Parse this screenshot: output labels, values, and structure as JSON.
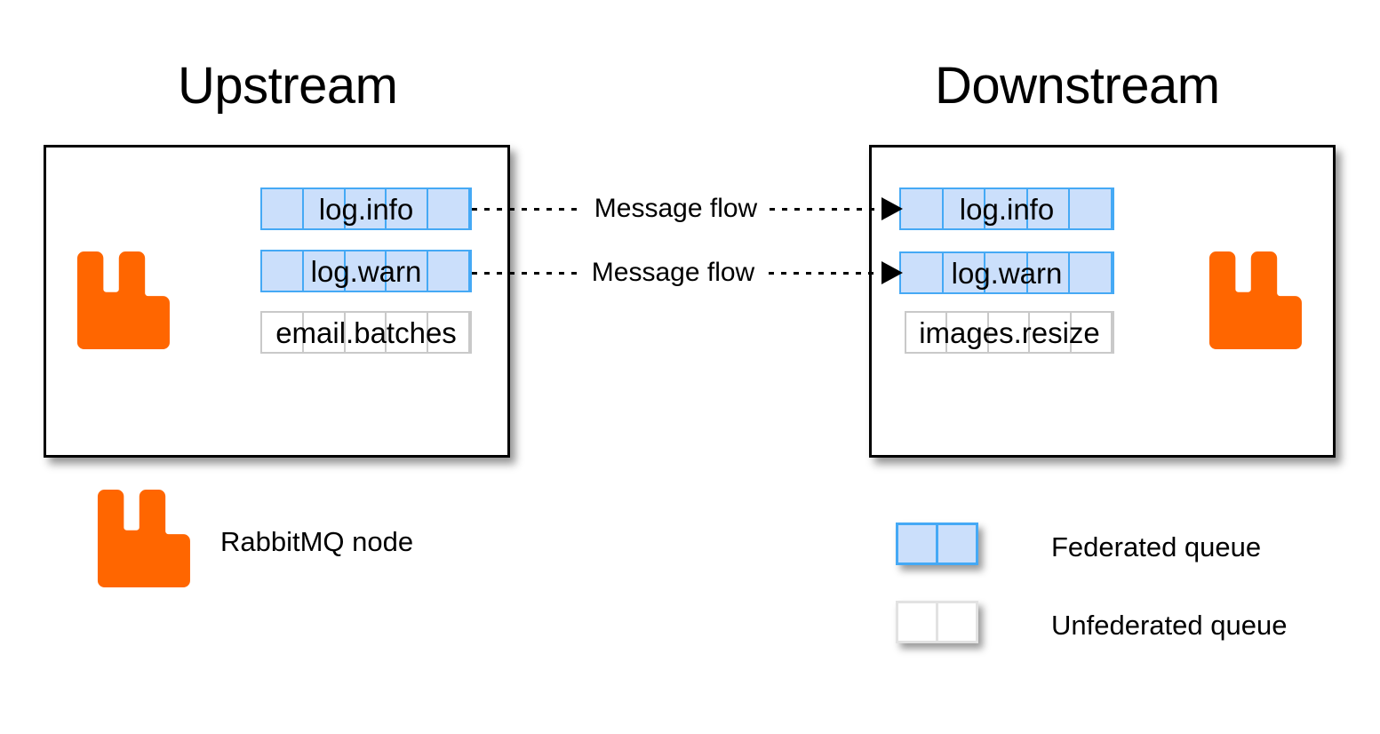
{
  "diagram": {
    "title_upstream": "Upstream",
    "title_downstream": "Downstream",
    "brand_color": "#FF6600",
    "federated_fill": "#CBDFFB",
    "federated_border": "#45A9F5",
    "unfederated_fill": "#FFFFFF",
    "unfederated_border": "#C9C9C9"
  },
  "upstream": {
    "node_icon": "rabbitmq-logo-icon",
    "queues": [
      {
        "name": "log.info",
        "type": "federated",
        "cells": 5
      },
      {
        "name": "log.warn",
        "type": "federated",
        "cells": 5
      },
      {
        "name": "email.batches",
        "type": "unfederated",
        "cells": 5
      }
    ]
  },
  "downstream": {
    "node_icon": "rabbitmq-logo-icon",
    "queues": [
      {
        "name": "log.info",
        "type": "federated",
        "cells": 5
      },
      {
        "name": "log.warn",
        "type": "federated",
        "cells": 5
      },
      {
        "name": "images.resize",
        "type": "unfederated",
        "cells": 5
      }
    ]
  },
  "flows": [
    {
      "label": "Message flow",
      "from": "upstream.log.info",
      "to": "downstream.log.info",
      "style": "dotted",
      "arrow": "right"
    },
    {
      "label": "Message flow",
      "from": "upstream.log.warn",
      "to": "downstream.log.warn",
      "style": "dotted",
      "arrow": "right"
    }
  ],
  "legend": {
    "items": [
      {
        "label": "RabbitMQ node",
        "swatch": "rabbitmq-logo-icon"
      },
      {
        "label": "Federated queue",
        "swatch": "federated-queue-swatch"
      },
      {
        "label": "Unfederated queue",
        "swatch": "unfederated-queue-swatch"
      }
    ]
  }
}
